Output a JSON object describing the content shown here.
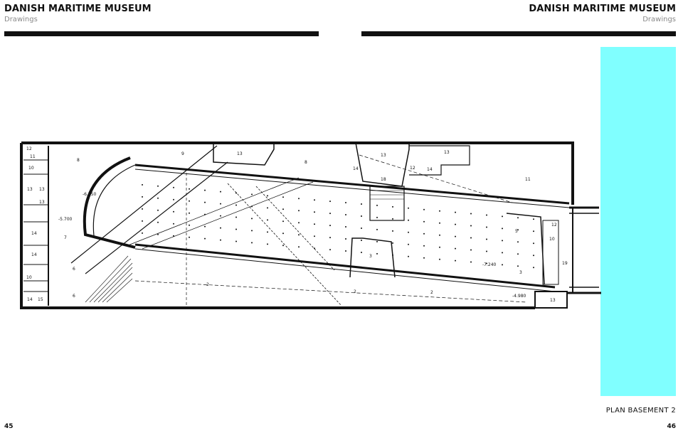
{
  "header": {
    "left_title": "DANISH MARITIME MUSEUM",
    "left_subtitle": "Drawings",
    "right_title": "DANISH MARITIME MUSEUM",
    "right_subtitle": "Drawings"
  },
  "caption": "PLAN BASEMENT 2",
  "page_left": "45",
  "page_right": "46",
  "accent_color": "#80ffff",
  "plan": {
    "levels": [
      "-5.700",
      "-6.750",
      "-7.240",
      "-4.980"
    ],
    "rooms": [
      "12",
      "11",
      "10",
      "13",
      "13",
      "13",
      "14",
      "14",
      "10",
      "14",
      "15",
      "8",
      "9",
      "13",
      "8",
      "14",
      "13",
      "12",
      "14",
      "13",
      "11",
      "18",
      "7",
      "6",
      "6",
      "2",
      "2",
      "2",
      "3",
      "3",
      "5",
      "10",
      "12",
      "19",
      "13"
    ]
  }
}
